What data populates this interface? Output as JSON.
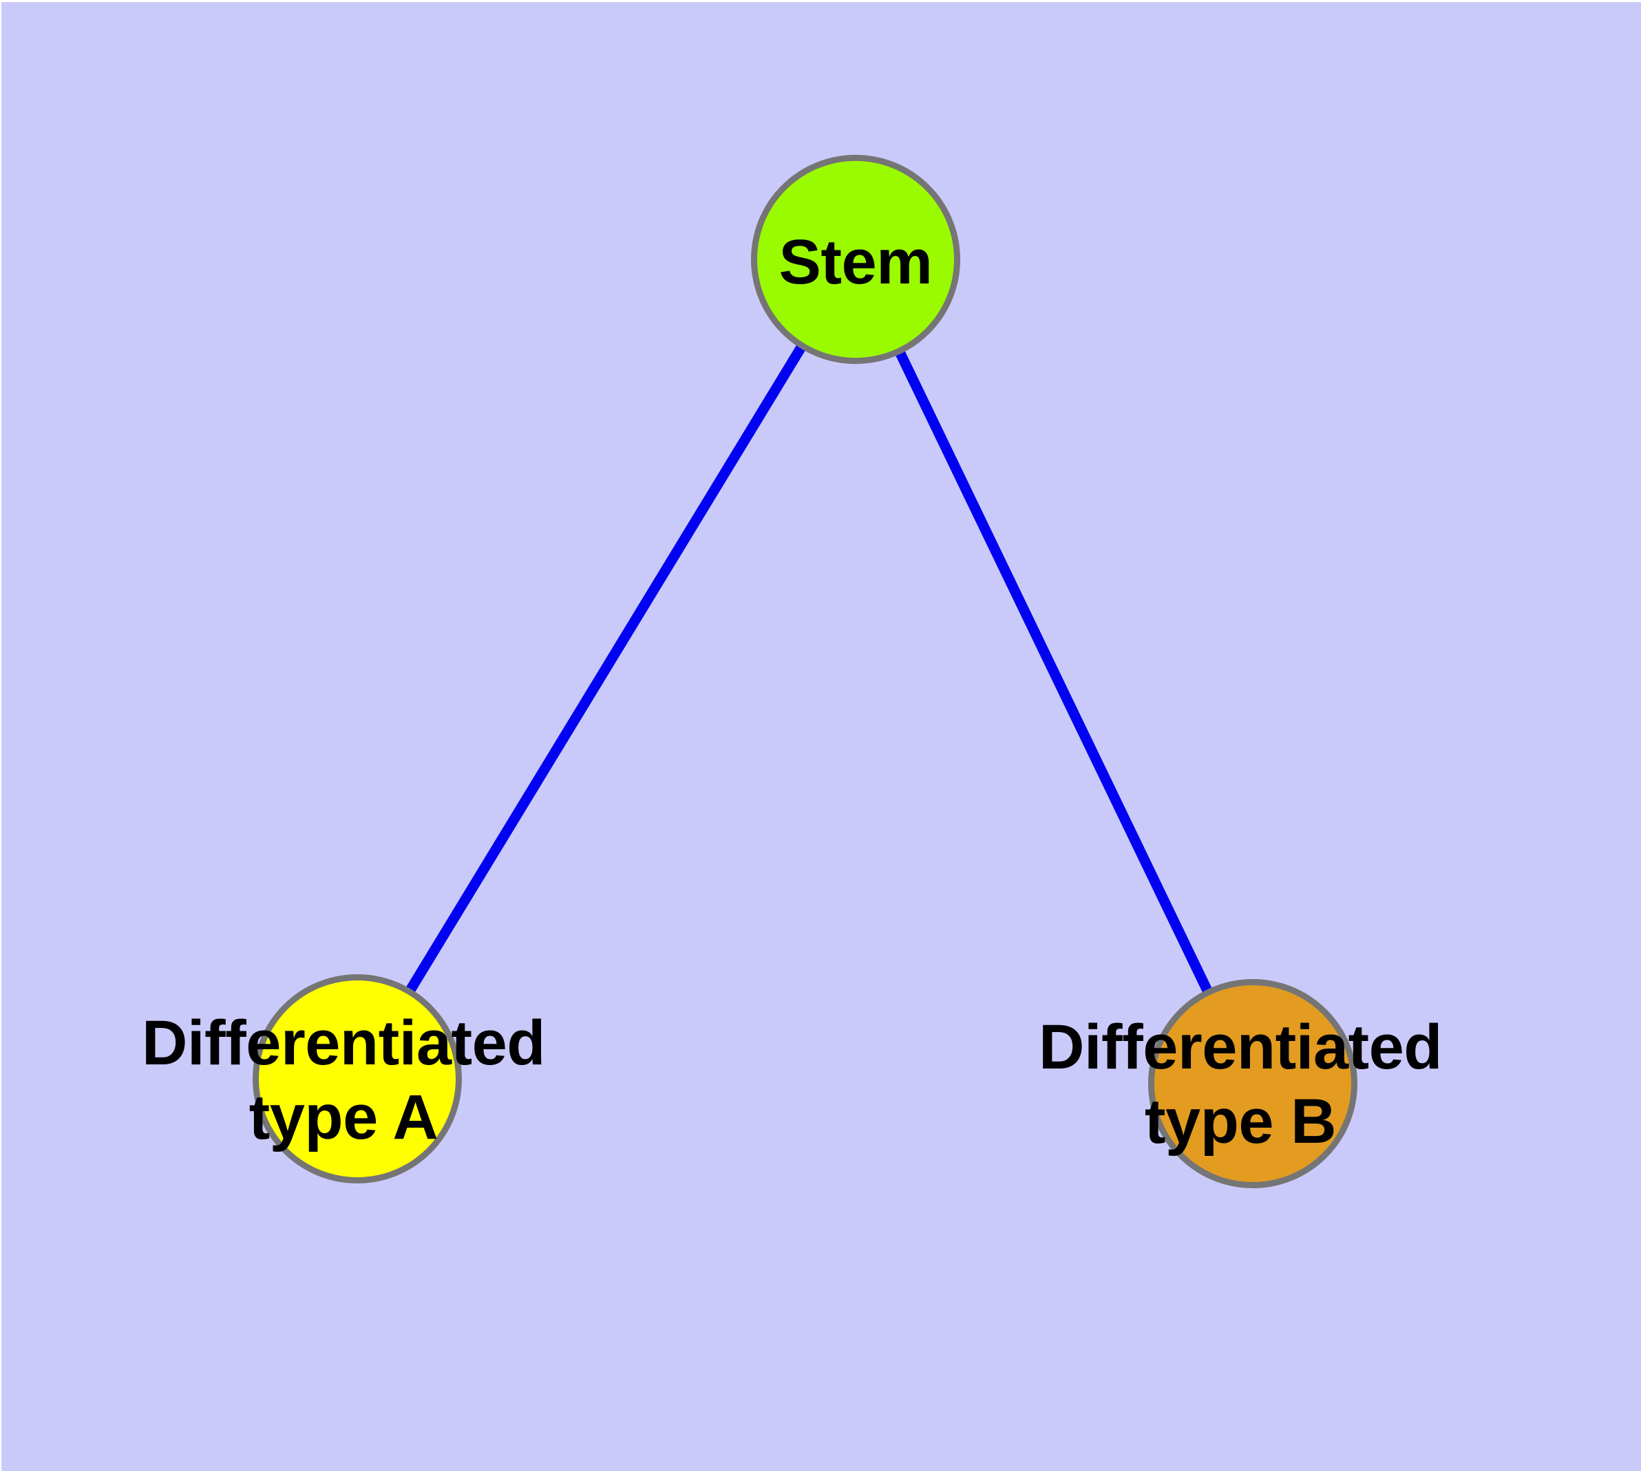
{
  "diagram": {
    "type": "node-link-graph",
    "description_visible_content": "Stem cell differentiation tree: one stem node linked to two differentiated cell type nodes",
    "background_color": "#CACAFA",
    "node_border_color": "#757575",
    "edge_color": "#0202F2",
    "text_color": "#000000",
    "nodes": [
      {
        "id": "stem",
        "label": "Stem",
        "label_lines": [
          "Stem"
        ],
        "color": "#9AFB00"
      },
      {
        "id": "type-a",
        "label": "Differentiated type A",
        "label_lines": [
          "Differentiated",
          "type A"
        ],
        "color": "#FFFF00"
      },
      {
        "id": "type-b",
        "label": "Differentiated type B",
        "label_lines": [
          "Differentiated",
          "type B"
        ],
        "color": "#E39C20"
      }
    ],
    "edges": [
      {
        "from": "Stem",
        "to": "Differentiated type A"
      },
      {
        "from": "Stem",
        "to": "Differentiated type B"
      }
    ]
  }
}
